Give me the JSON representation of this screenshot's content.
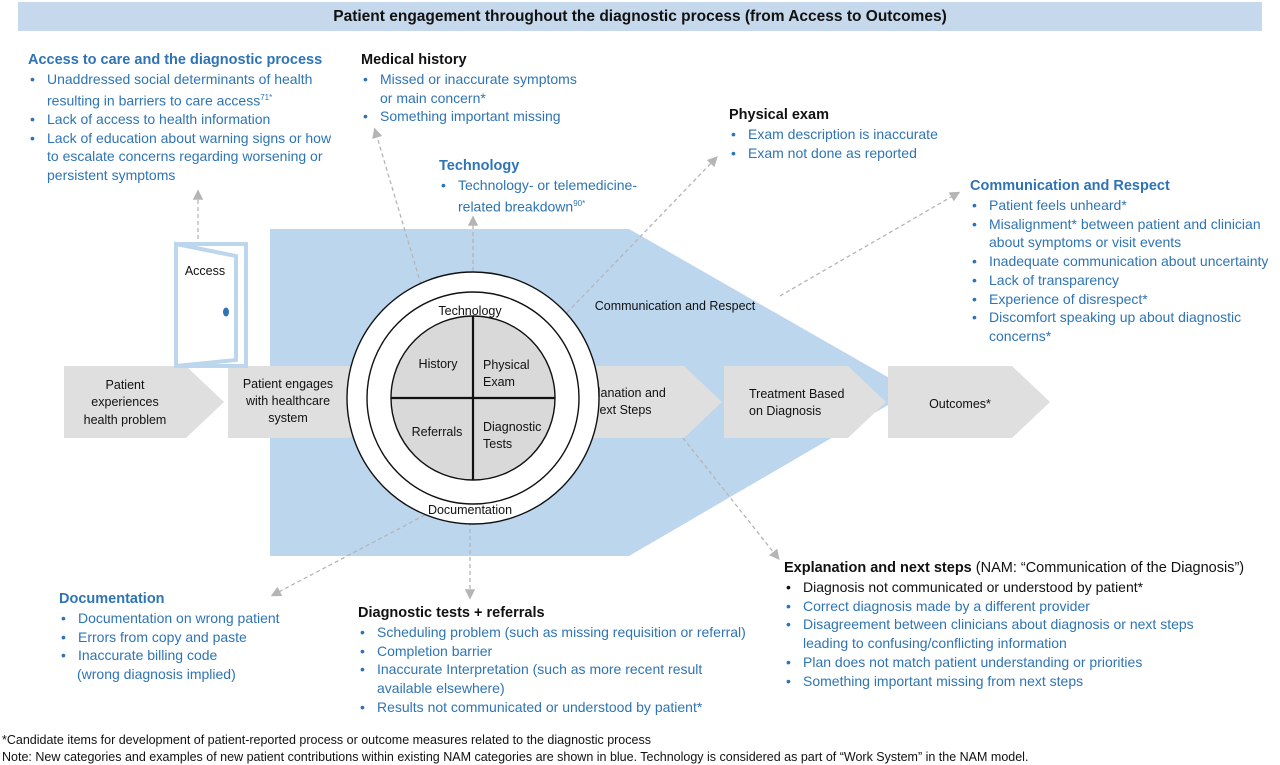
{
  "title": "Patient engagement throughout the diagnostic process (from Access to Outcomes)",
  "process_steps": [
    "Patient experiences health problem",
    "Patient engages with healthcare system",
    "Explanation and Next Steps",
    "Treatment Based on Diagnosis",
    "Outcomes*"
  ],
  "door_label": "Access",
  "circle": {
    "ring_outer": "Communication and Respect",
    "ring_middle_top": "Technology",
    "ring_middle_bottom": "Documentation",
    "quadrants": [
      "History",
      "Physical Exam",
      "Referrals",
      "Diagnostic Tests"
    ]
  },
  "sections": {
    "access": {
      "heading": "Access to care and the diagnostic process",
      "items": [
        "Unaddressed social determinants of health resulting in barriers to care access",
        "Lack of access to health information",
        "Lack of education about warning signs or how to escalate concerns regarding worsening or persistent symptoms"
      ],
      "ref": "71*"
    },
    "medical_history": {
      "heading": "Medical history",
      "items": [
        "Missed or inaccurate symptoms or main concern*",
        "Something important missing"
      ]
    },
    "technology": {
      "heading": "Technology",
      "items": [
        "Technology- or telemedicine-related breakdown"
      ],
      "ref": "90*"
    },
    "physical_exam": {
      "heading": "Physical exam",
      "items": [
        "Exam description is inaccurate",
        "Exam not done as reported"
      ]
    },
    "communication": {
      "heading": "Communication and Respect",
      "items": [
        "Patient feels unheard*",
        "Misalignment* between patient and clinician about symptoms or visit events",
        "Inadequate communication about uncertainty",
        "Lack of transparency",
        "Experience of disrespect*",
        "Discomfort speaking up about diagnostic concerns*"
      ]
    },
    "documentation": {
      "heading": "Documentation",
      "items": [
        "Documentation on wrong patient",
        "Errors from copy and paste",
        "Inaccurate billing code",
        "(wrong diagnosis implied)"
      ]
    },
    "diagnostic_tests": {
      "heading": "Diagnostic tests + referrals",
      "items": [
        "Scheduling problem (such as missing requisition or referral)",
        "Completion barrier",
        "Inaccurate Interpretation (such as more recent result available elsewhere)",
        "Results not communicated or understood by patient*"
      ]
    },
    "explanation": {
      "heading": "Explanation and next steps",
      "heading_suffix": " (NAM: “Communication of the Diagnosis”)",
      "items": [
        "Diagnosis not communicated or understood by patient*",
        "Correct diagnosis made by a different provider",
        "Disagreement between clinicians about diagnosis or next steps leading to confusing/conflicting information",
        "Plan does not match patient understanding or priorities",
        "Something important missing from next steps"
      ]
    }
  },
  "footnotes": [
    "*Candidate items for development of patient-reported process or outcome measures related to the diagnostic process",
    "Note: New categories and examples of new patient contributions within existing NAM categories are shown in blue.  Technology is considered as part of “Work System” in the NAM model."
  ],
  "colors": {
    "accent_blue": "#2e74b5",
    "band_blue": "#bcd6ee",
    "title_band": "#c5d8ec",
    "chevron_gray": "#dfdfdf"
  }
}
